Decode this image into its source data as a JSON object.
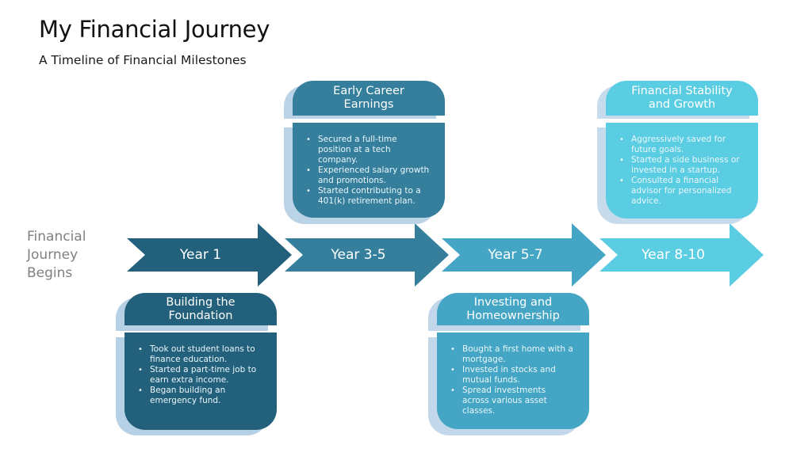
{
  "header": {
    "title": "My Financial Journey",
    "subtitle": "A Timeline of Financial Milestones"
  },
  "start_label": {
    "lines": [
      "Financial",
      "Journey",
      "Begins"
    ]
  },
  "colors": {
    "stage1": "#23607c",
    "stage2": "#357f9d",
    "stage3": "#44a6c4",
    "stage4": "#5bcde3",
    "shadow1": "#b6d1e6",
    "shadow2": "#bad3e7",
    "shadow3": "#c2d8ea",
    "shadow4": "#c6dbec"
  },
  "timeline": [
    {
      "label": "Year 1"
    },
    {
      "label": "Year 3-5"
    },
    {
      "label": "Year 5-7"
    },
    {
      "label": "Year 8-10"
    }
  ],
  "milestones": [
    {
      "title": "Building the Foundation",
      "title_lines": [
        "Building the",
        "Foundation"
      ],
      "bullets": [
        "Took out student loans to finance education.",
        "Started a part-time job to earn extra income.",
        "Began building an emergency fund."
      ]
    },
    {
      "title": "Early Career Earnings",
      "title_lines": [
        "Early Career",
        "Earnings"
      ],
      "bullets": [
        "Secured a full-time position at a tech company.",
        "Experienced salary growth and promotions.",
        "Started contributing to a 401(k) retirement plan."
      ]
    },
    {
      "title": "Investing and Homeownership",
      "title_lines": [
        "Investing and",
        "Homeownership"
      ],
      "bullets": [
        "Bought a first home with a mortgage.",
        "Invested in stocks and mutual funds.",
        "Spread investments across various asset classes."
      ]
    },
    {
      "title": "Financial Stability and Growth",
      "title_lines": [
        "Financial Stability",
        "and Growth"
      ],
      "bullets": [
        "Aggressively saved for future goals.",
        "Started a side business or invested in a startup.",
        "Consulted a financial advisor for personalized advice."
      ]
    }
  ]
}
